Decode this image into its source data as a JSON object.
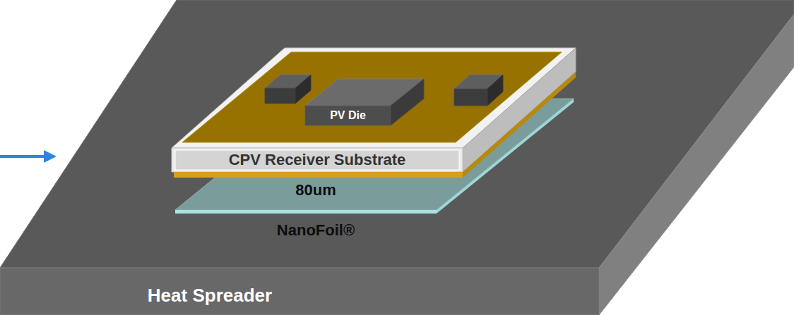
{
  "diagram": {
    "nodes": [
      {
        "text": [
          "Heat Spreader"
        ]
      },
      {
        "text": [
          "80um NanoFoil®"
        ],
        "in": 0
      },
      {
        "text": [
          "CPV Receiver Substrate"
        ],
        "in": 0
      },
      {
        "text": [
          "PV Die"
        ],
        "in": 2
      }
    ]
  }
}
